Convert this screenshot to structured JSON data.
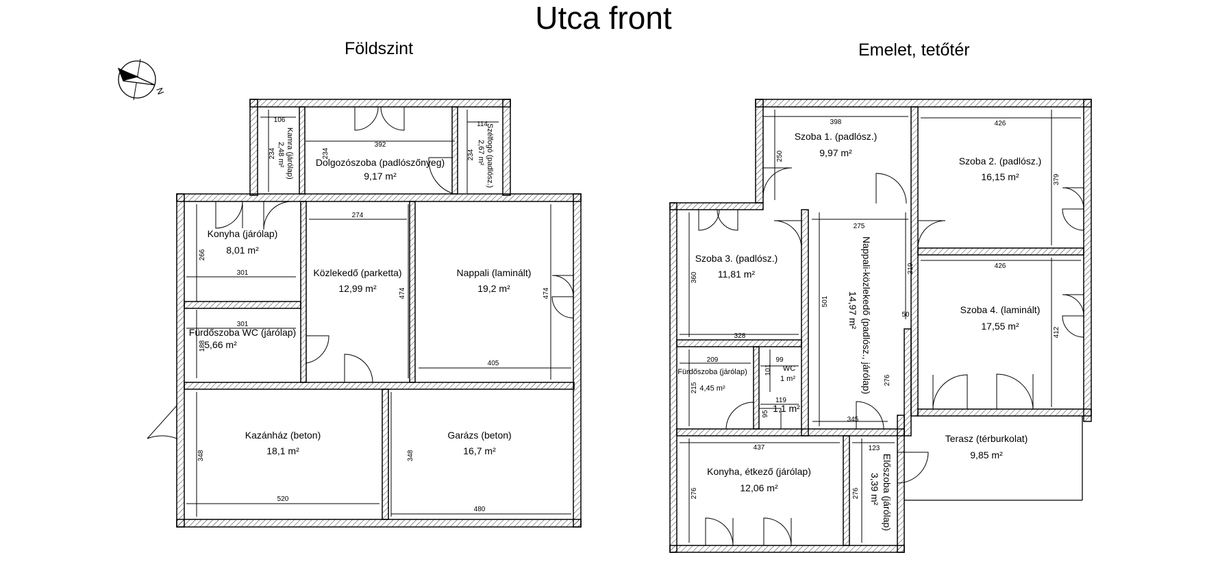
{
  "title": "Utca front",
  "floors": [
    {
      "name": "Földszint",
      "rooms": [
        {
          "name": "Kamra (járólap)",
          "area": "2,48 m²",
          "dims": [
            "106",
            "234"
          ]
        },
        {
          "name": "Dolgozószoba (padlószőnyeg)",
          "area": "9,17 m²",
          "dims": [
            "392",
            "234"
          ]
        },
        {
          "name": "Szélfogó (padlósz.)",
          "area": "2,67 m²",
          "dims": [
            "114",
            "234"
          ]
        },
        {
          "name": "Konyha (járólap)",
          "area": "8,01 m²",
          "dims": [
            "301",
            "266"
          ]
        },
        {
          "name": "Közlekedő (parketta)",
          "area": "12,99 m²",
          "dims": [
            "274",
            "474"
          ]
        },
        {
          "name": "Nappali (laminált)",
          "area": "19,2 m²",
          "dims": [
            "405",
            "474"
          ]
        },
        {
          "name": "Fürdőszoba WC (járólap)",
          "area": "5,66 m²",
          "dims": [
            "301",
            "188"
          ]
        },
        {
          "name": "Kazánház (beton)",
          "area": "18,1 m²",
          "dims": [
            "520",
            "348"
          ]
        },
        {
          "name": "Garázs (beton)",
          "area": "16,7 m²",
          "dims": [
            "480",
            "348"
          ]
        }
      ]
    },
    {
      "name": "Emelet, tetőtér",
      "rooms": [
        {
          "name": "Szoba 1. (padlósz.)",
          "area": "9,97 m²",
          "dims": [
            "398",
            "250"
          ]
        },
        {
          "name": "Szoba 2. (padlósz.)",
          "area": "16,15 m²",
          "dims": [
            "426",
            "379"
          ]
        },
        {
          "name": "Szoba 3. (padlósz.)",
          "area": "11,81 m²",
          "dims": [
            "328",
            "360"
          ]
        },
        {
          "name": "Nappali-közlekedő (padlósz., járólap)",
          "area": "14,97 m²",
          "dims": [
            "275",
            "319",
            "501",
            "50",
            "276",
            "345"
          ]
        },
        {
          "name": "Szoba 4. (laminált)",
          "area": "17,55 m²",
          "dims": [
            "426",
            "412"
          ]
        },
        {
          "name": "Fürdőszoba (járólap)",
          "area": "4,45 m²",
          "dims": [
            "209",
            "215"
          ]
        },
        {
          "name": "WC",
          "area": "1 m²",
          "dims": [
            "99",
            "101"
          ]
        },
        {
          "name": "",
          "area": "1,1 m²",
          "dims": [
            "119",
            "95"
          ]
        },
        {
          "name": "Konyha, étkező (járólap)",
          "area": "12,06 m²",
          "dims": [
            "437",
            "276"
          ]
        },
        {
          "name": "Előszoba (járólap)",
          "area": "3,39 m²",
          "dims": [
            "123",
            "276"
          ]
        },
        {
          "name": "Terasz (térburkolat)",
          "area": "9,85 m²",
          "dims": []
        }
      ]
    }
  ],
  "compass_label": "N"
}
